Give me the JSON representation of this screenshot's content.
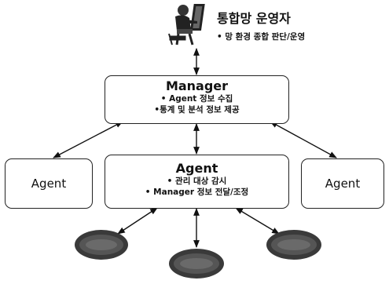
{
  "operator": {
    "title": "통합망 운영자",
    "bullet": "• 망 환경 종합 판단/운영"
  },
  "manager": {
    "title": "Manager",
    "bullets": [
      "• Agent 정보 수집",
      "•통계 및 분석 정보 제공"
    ]
  },
  "agent_center": {
    "title": "Agent",
    "bullets": [
      "• 관리 대상 감시",
      "• Manager 정보 전달/조정"
    ]
  },
  "agent_left": {
    "title": "Agent"
  },
  "agent_right": {
    "title": "Agent"
  }
}
